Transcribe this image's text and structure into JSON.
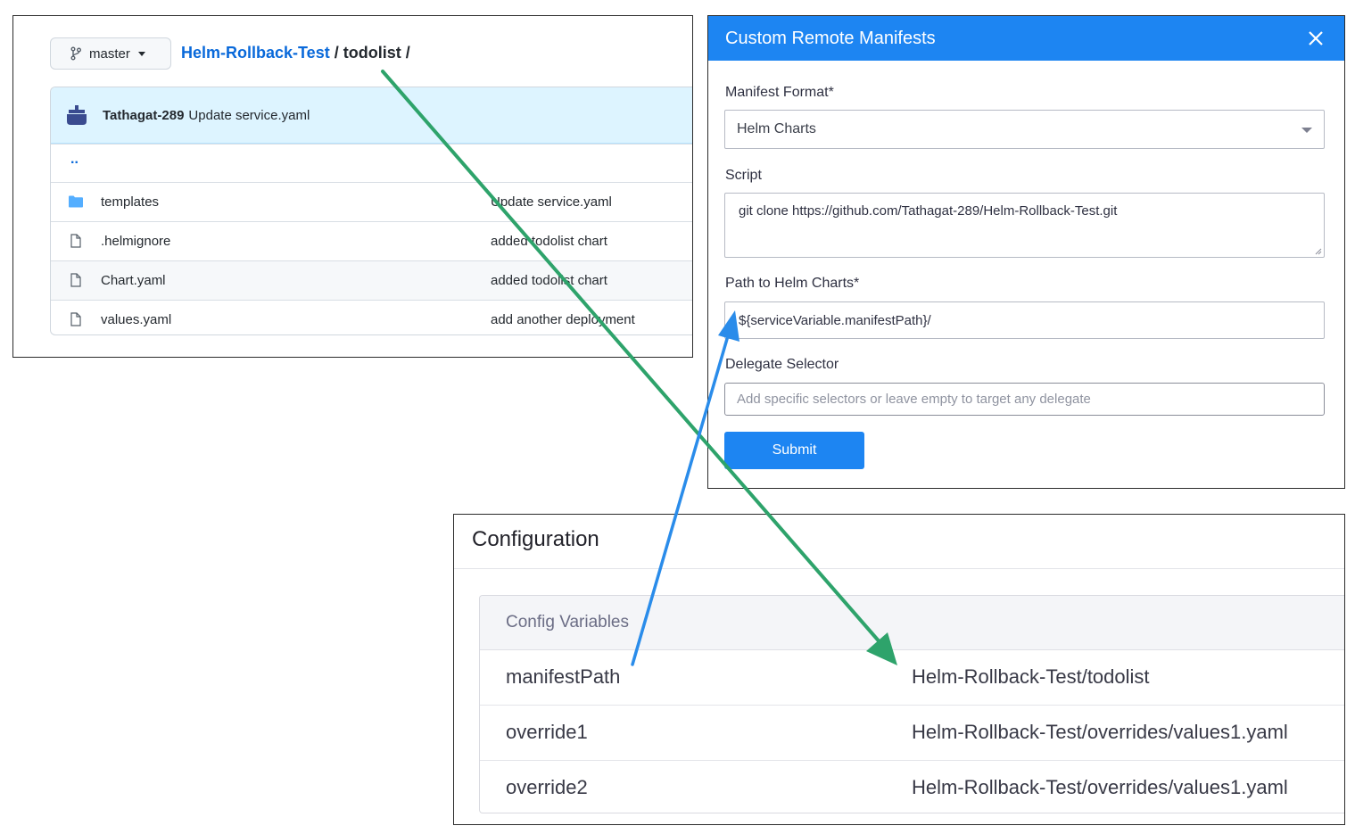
{
  "github": {
    "branch": "master",
    "repo": "Helm-Rollback-Test",
    "separator": "/",
    "folder": "todolist /",
    "commit": {
      "author": "Tathagat-289",
      "message": "Update service.yaml"
    },
    "parent_dir": "..",
    "files": [
      {
        "icon": "folder-icon",
        "name": "templates",
        "commit": "Update service.yaml"
      },
      {
        "icon": "file-icon",
        "name": ".helmignore",
        "commit": "added todolist chart"
      },
      {
        "icon": "file-icon",
        "name": "Chart.yaml",
        "commit": "added todolist chart"
      },
      {
        "icon": "file-icon",
        "name": "values.yaml",
        "commit": "add another deployment"
      }
    ]
  },
  "modal": {
    "title": "Custom Remote Manifests",
    "manifest_format_label": "Manifest Format*",
    "manifest_format_value": "Helm Charts",
    "script_label": "Script",
    "script_value": "git clone https://github.com/Tathagat-289/Helm-Rollback-Test.git",
    "path_label": "Path to Helm Charts*",
    "path_value": "${serviceVariable.manifestPath}/",
    "delegate_label": "Delegate Selector",
    "delegate_placeholder": "Add specific selectors or leave empty to target any delegate",
    "submit_label": "Submit"
  },
  "config": {
    "title": "Configuration",
    "table_header": "Config Variables",
    "rows": [
      {
        "name": "manifestPath",
        "value": "Helm-Rollback-Test/todolist"
      },
      {
        "name": "override1",
        "value": "Helm-Rollback-Test/overrides/values1.yaml"
      },
      {
        "name": "override2",
        "value": "Helm-Rollback-Test/overrides/values1.yaml"
      }
    ]
  },
  "colors": {
    "accent_blue": "#1d85f2",
    "link_blue": "#0969da",
    "arrow_green": "#2ea36b",
    "arrow_blue": "#2a8cea"
  }
}
